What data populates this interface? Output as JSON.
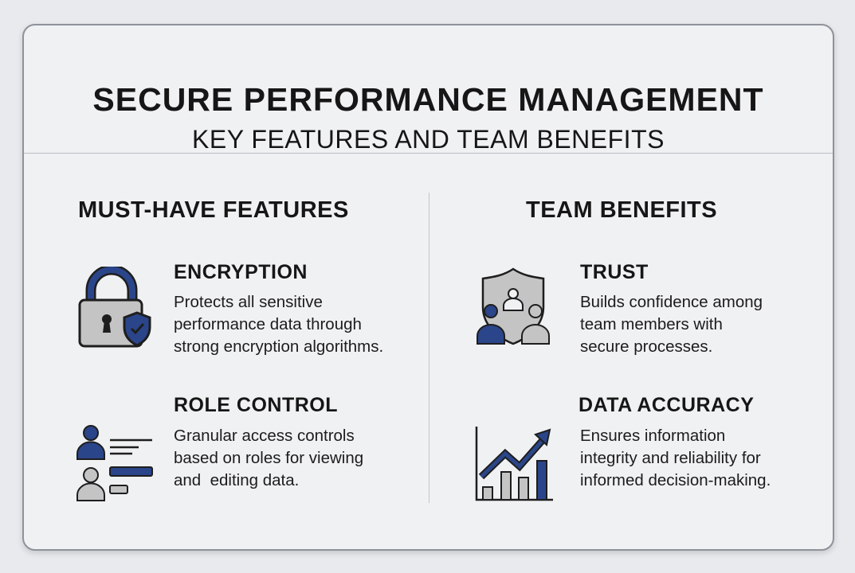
{
  "header": {
    "title": "SECURE PERFORMANCE MANAGEMENT",
    "subtitle": "KEY FEATURES AND TEAM BENEFITS"
  },
  "features": {
    "heading": "MUST-HAVE FEATURES",
    "items": [
      {
        "title": "ENCRYPTION",
        "icon": "padlock-shield-icon",
        "lines": [
          "Protects all sensitive",
          "performance data through",
          "strong encryption algorithms."
        ]
      },
      {
        "title": "ROLE CONTROL",
        "icon": "user-roles-icon",
        "lines": [
          "Granular access controls",
          "based on roles for viewing",
          "and  editing data."
        ]
      }
    ]
  },
  "benefits": {
    "heading": "TEAM BENEFITS",
    "items": [
      {
        "title": "TRUST",
        "icon": "team-shield-icon",
        "lines": [
          "Builds confidence among",
          "team members with",
          "secure processes."
        ]
      },
      {
        "title": "DATA ACCURACY",
        "icon": "growth-chart-icon",
        "lines": [
          "Ensures information",
          "integrity and reliability for",
          "informed decision-making."
        ]
      }
    ]
  },
  "colors": {
    "accent": "#2a4589",
    "gray": "#c4c4c4",
    "outline": "#1e1e1e"
  }
}
